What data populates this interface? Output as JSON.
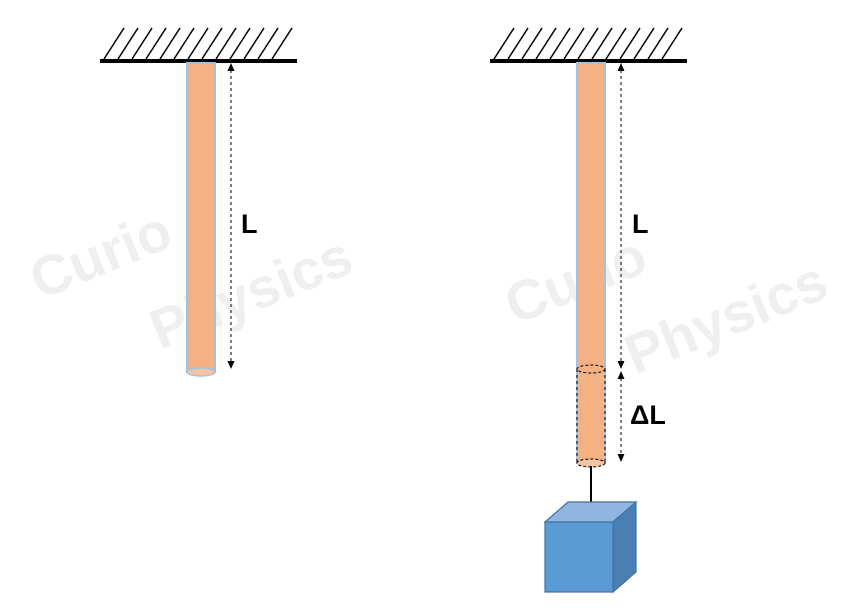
{
  "labels": {
    "length_left": "L",
    "length_right": "L",
    "extension": "ΔL"
  },
  "watermark": {
    "line1": "Curio",
    "line2": "Physics"
  },
  "colors": {
    "rod": "#f4b183",
    "rod_outline": "#9dc3e6",
    "block_front": "#5b9bd5",
    "block_top": "#8fb6e3",
    "block_side": "#4a7fb4",
    "ceiling": "#000000"
  }
}
